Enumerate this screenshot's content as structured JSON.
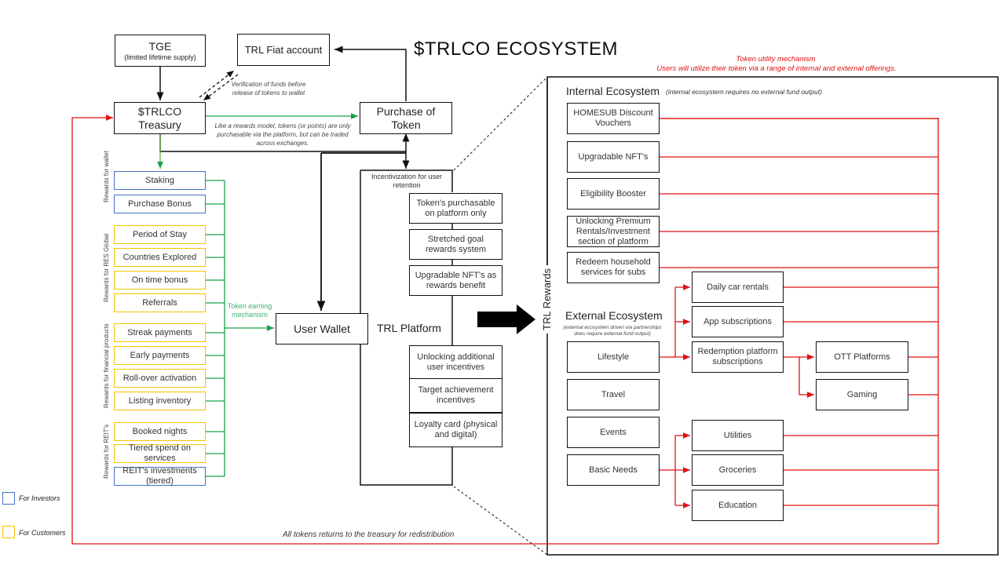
{
  "title": "$TRLCO ECOSYSTEM",
  "colors": {
    "investor": "#4472c4",
    "customer": "#f5c400",
    "earning_flow": "#1aa04a",
    "utility_flow": "#e01010",
    "neutral": "#111111"
  },
  "top": {
    "tge": {
      "title": "TGE",
      "subtitle": "(limited lifetime supply)"
    },
    "fiat": "TRL Fiat account",
    "verification_note": "Verification of funds before release of tokens to wallet",
    "treasury": {
      "line1": "$TRLCO",
      "line2": "Treasury"
    },
    "purchase": {
      "line1": "Purchase of",
      "line2": "Token"
    },
    "rewards_model_note": "Like a rewards model, tokens (or points) are only purchasable via the platform, but can be traded across exchanges."
  },
  "reward_groups": [
    {
      "label": "Rewards for wallet",
      "items": [
        {
          "text": "Staking",
          "audience": "investor"
        },
        {
          "text": "Purchase Bonus",
          "audience": "investor"
        }
      ]
    },
    {
      "label": "Rewards for RES Global",
      "items": [
        {
          "text": "Period of Stay",
          "audience": "customer"
        },
        {
          "text": "Countries Explored",
          "audience": "customer"
        },
        {
          "text": "On time bonus",
          "audience": "customer"
        },
        {
          "text": "Referrals",
          "audience": "customer"
        }
      ]
    },
    {
      "label": "Rewards for financial products",
      "items": [
        {
          "text": "Streak payments",
          "audience": "customer"
        },
        {
          "text": "Early payments",
          "audience": "customer"
        },
        {
          "text": "Roll-over activation",
          "audience": "customer"
        },
        {
          "text": "Listing inventory",
          "audience": "customer"
        }
      ]
    },
    {
      "label": "Rewards for REIT's",
      "items": [
        {
          "text": "Booked nights",
          "audience": "customer"
        },
        {
          "text": "Tiered spend on services",
          "audience": "customer"
        },
        {
          "text": "REIT's investments (tiered)",
          "audience": "investor"
        }
      ]
    }
  ],
  "earning_label": {
    "line1": "Token earning",
    "line2": "mechanism"
  },
  "user_wallet": "User Wallet",
  "platform": {
    "title": "TRL Platform",
    "header": "Incentivization for user retention",
    "items_top": [
      "Token's purchasable on platform only",
      "Stretched goal rewards system",
      "Upgradable NFT's as rewards benefit"
    ],
    "items_bottom": [
      "Unlocking additional user incentives",
      "Target achievement incentives",
      "Loyalty card (physical and digital)"
    ]
  },
  "utility": {
    "title": "Token utility mechanism",
    "subtitle": "Users will utilize their token via a range of internal and external offerings.",
    "side_label": "TRL Rewards",
    "internal": {
      "title": "Internal Ecosystem",
      "note": "(internal ecosystem requires no external fund output)",
      "items": [
        "HOMESUB Discount Vouchers",
        "Upgradable NFT's",
        "Eligibility Booster",
        "Unlocking Premium Rentals/Investment section of platform",
        "Redeem household services for subs"
      ]
    },
    "external": {
      "title": "External Ecosystem",
      "note": "(external ecosystem driven via partnerships does require external fund output)",
      "categories": [
        "Lifestyle",
        "Travel",
        "Events",
        "Basic Needs"
      ],
      "lifestyle_items": [
        "Daily car rentals",
        "App subscriptions",
        "Redemption platform subscriptions"
      ],
      "redemption_items": [
        "OTT Platforms",
        "Gaming"
      ],
      "basic_needs_items": [
        "Utilities",
        "Groceries",
        "Education"
      ]
    }
  },
  "return_note": "All tokens returns to the treasury for redistribution",
  "legend": [
    {
      "label": "For Investors",
      "audience": "investor"
    },
    {
      "label": "For Customers",
      "audience": "customer"
    }
  ]
}
